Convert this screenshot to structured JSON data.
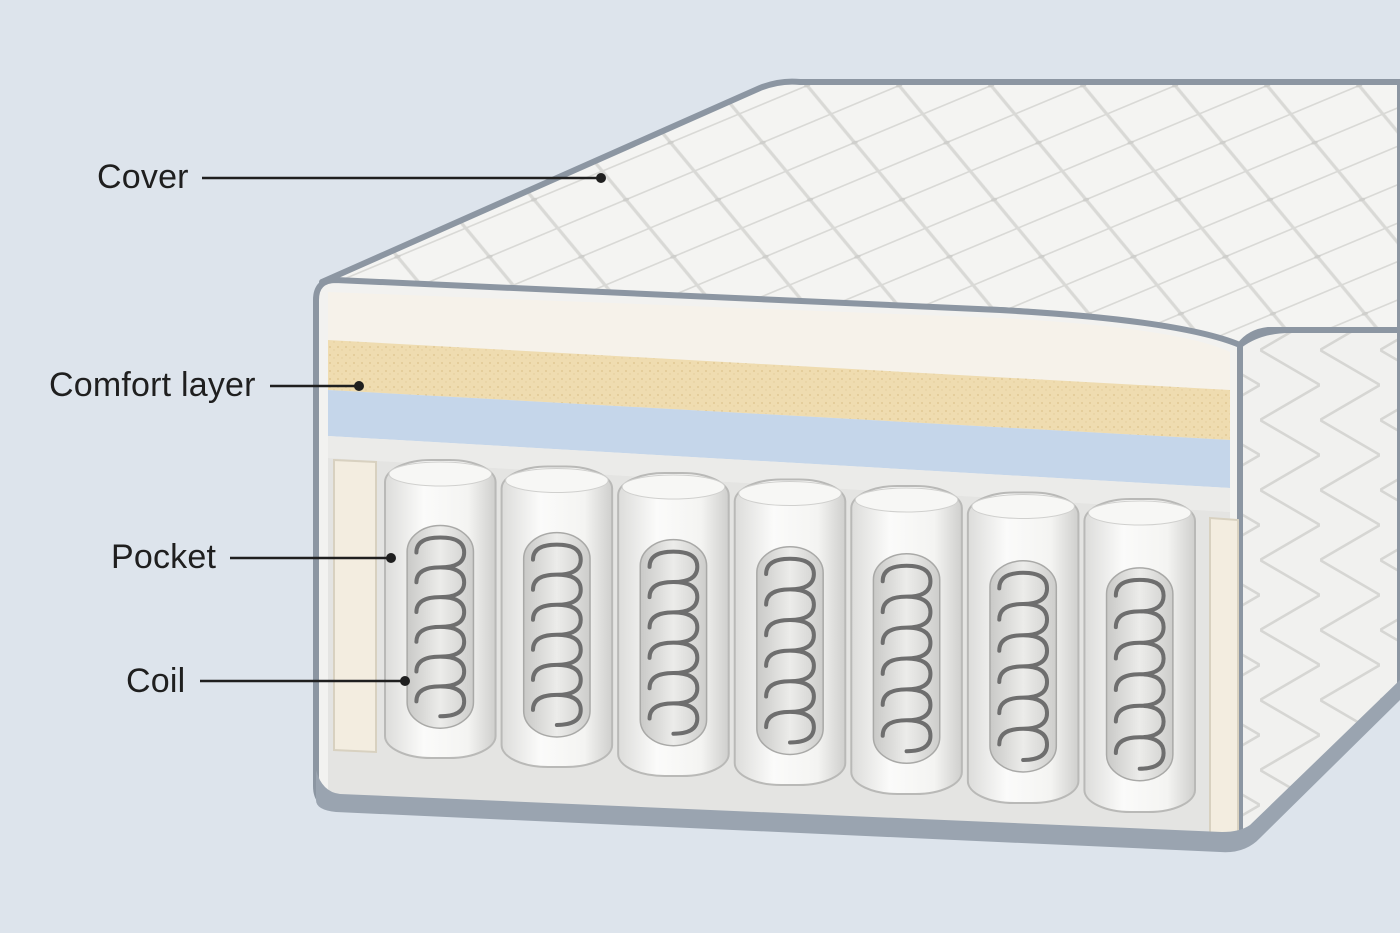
{
  "labels": {
    "cover": "Cover",
    "comfort_layer": "Comfort layer",
    "pocket": "Pocket",
    "coil": "Coil"
  },
  "colors": {
    "background": "#dde4ec",
    "cover_fabric": "#f3f3f1",
    "piping": "#8c96a2",
    "comfort_foam": "#efdcb0",
    "blue_foam": "#c5d6ea",
    "cream_layer": "#f3ede0",
    "coil_metal": "#6e6e6e",
    "label_text": "#1f1f1f"
  },
  "coil_units": 7
}
